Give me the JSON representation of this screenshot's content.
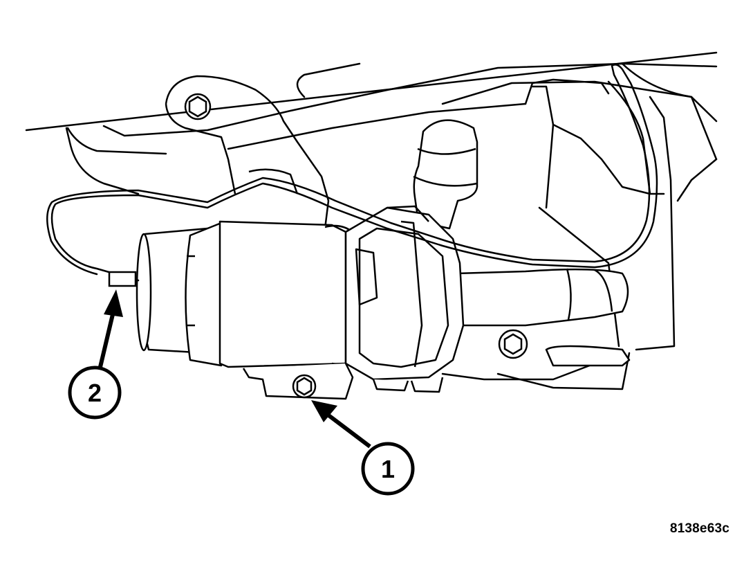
{
  "figure_id": "8138e63c",
  "callouts": [
    {
      "label": "1"
    },
    {
      "label": "2"
    }
  ],
  "colors": {
    "ink": "#000000",
    "paper": "#ffffff"
  }
}
